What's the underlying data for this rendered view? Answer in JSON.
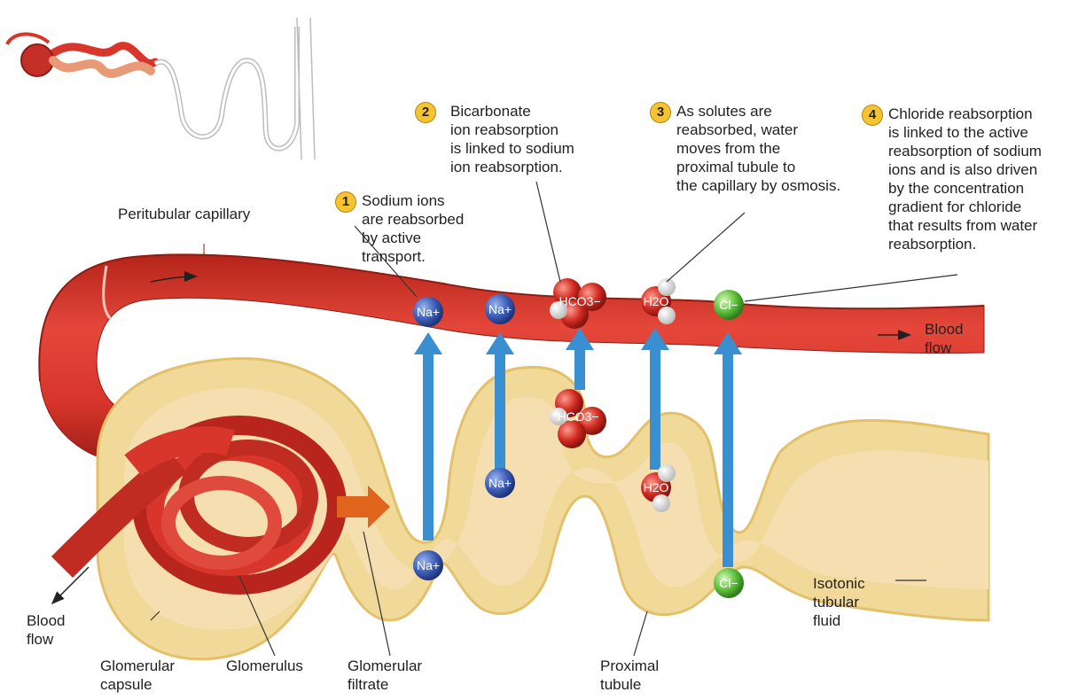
{
  "labels": {
    "peritubular_capillary": "Peritubular capillary",
    "blood_flow_right": "Blood\nflow",
    "blood_flow_left": "Blood\nflow",
    "glomerular_capsule": "Glomerular\ncapsule",
    "glomerulus": "Glomerulus",
    "glomerular_filtrate": "Glomerular\nfiltrate",
    "proximal_tubule": "Proximal\ntubule",
    "isotonic_fluid": "Isotonic\ntubular\nfluid"
  },
  "steps": [
    {
      "num": "1",
      "text": "Sodium ions\nare reabsorbed\nby active\ntransport."
    },
    {
      "num": "2",
      "text": "Bicarbonate\nion reabsorption\nis linked to sodium\nion reabsorption."
    },
    {
      "num": "3",
      "text": "As solutes are\nreabsorbed, water\nmoves from the\nproximal tubule to\nthe capillary by osmosis."
    },
    {
      "num": "4",
      "text": "Chloride reabsorption\nis linked to the active\nreabsorption of sodium\nions and is also driven\nby the concentration\ngradient for chloride\nthat results from water\nreabsorption."
    }
  ],
  "ions": {
    "na": "Na+",
    "hco3": "HCO3−",
    "h2o": "H2O",
    "cl": "Cl−"
  },
  "colors": {
    "vessel": "#d8352b",
    "vessel_dark": "#a8201a",
    "tubule": "#f1d99a",
    "tubule_edge": "#e3c06a",
    "lumen": "#f5deb0",
    "arrow": "#3a8fd0",
    "na_ion": "#3d5fb8",
    "cl_ion": "#5cbf3a",
    "oxygen": "#d02a20",
    "step_badge": "#f5c430",
    "filtrate_arrow": "#e0641c"
  }
}
